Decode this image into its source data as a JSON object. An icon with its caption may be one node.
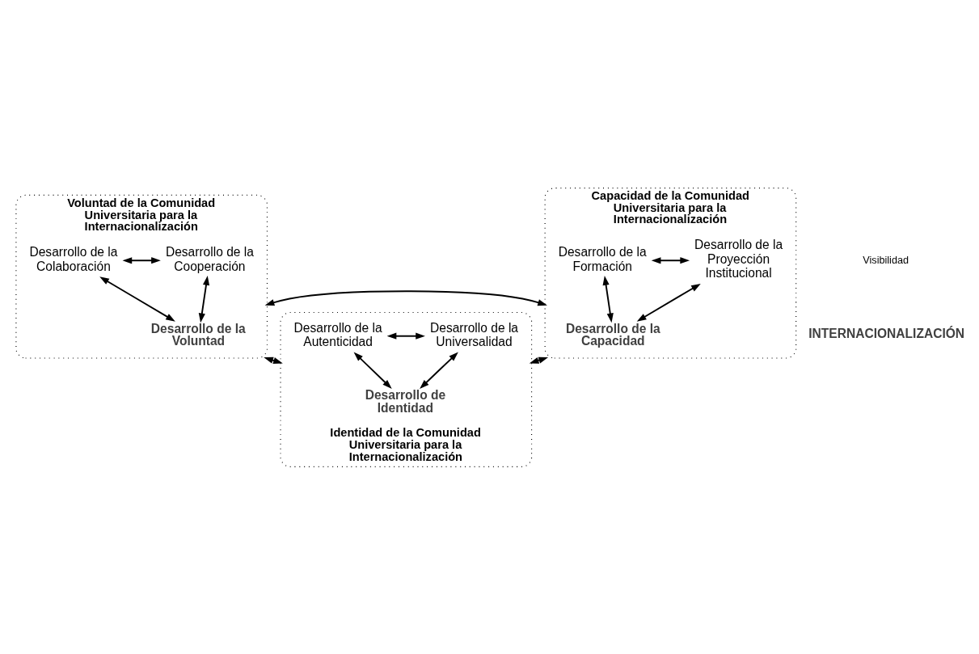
{
  "diagram": {
    "nodes": [
      {
        "text": [
          "Voluntad de la Comunidad Universitaria para la Internacionalización"
        ]
      },
      {
        "text": [
          "Desarrollo de la Colaboración"
        ],
        "in": 0
      },
      {
        "text": [
          "Desarrollo de la Cooperación"
        ],
        "in": 0
      },
      {
        "text": [
          "Desarrollo de la Voluntad"
        ],
        "in": 0
      },
      {
        "text": [
          "Capacidad de la Comunidad Universitaria para la Internacionalización"
        ]
      },
      {
        "text": [
          "Desarrollo de la Formación"
        ],
        "in": 4
      },
      {
        "text": [
          "Desarrollo de la Proyección Institucional"
        ],
        "in": 4
      },
      {
        "text": [
          "Desarrollo de la Capacidad"
        ],
        "in": 4
      },
      {
        "text": [
          "Identidad de la Comunidad Universitaria para la Internacionalización"
        ]
      },
      {
        "text": [
          "Desarrollo de la Autenticidad"
        ],
        "in": 8
      },
      {
        "text": [
          "Desarrollo de la Universalidad"
        ],
        "in": 8
      },
      {
        "text": [
          "Desarrollo de Identidad"
        ],
        "in": 8
      }
    ],
    "edges": [
      {
        "from": 1,
        "to": 2,
        "arrow": "both"
      },
      {
        "from": 1,
        "to": 3,
        "arrow": "both"
      },
      {
        "from": 2,
        "to": 3,
        "arrow": "both"
      },
      {
        "from": 5,
        "to": 6,
        "arrow": "both"
      },
      {
        "from": 5,
        "to": 7,
        "arrow": "both"
      },
      {
        "from": 6,
        "to": 7,
        "arrow": "both"
      },
      {
        "from": 0,
        "to": 4,
        "arrow": "both"
      },
      {
        "from": 9,
        "to": 10,
        "arrow": "both"
      },
      {
        "from": 9,
        "to": 11,
        "arrow": "both"
      },
      {
        "from": 10,
        "to": 11,
        "arrow": "both"
      },
      {
        "from": 0,
        "to": 8,
        "arrow": "both"
      },
      {
        "from": 4,
        "to": 8,
        "arrow": "both"
      }
    ],
    "labels": [
      "Visibilidad",
      "INTERNACIONALIZACIÓN"
    ]
  }
}
